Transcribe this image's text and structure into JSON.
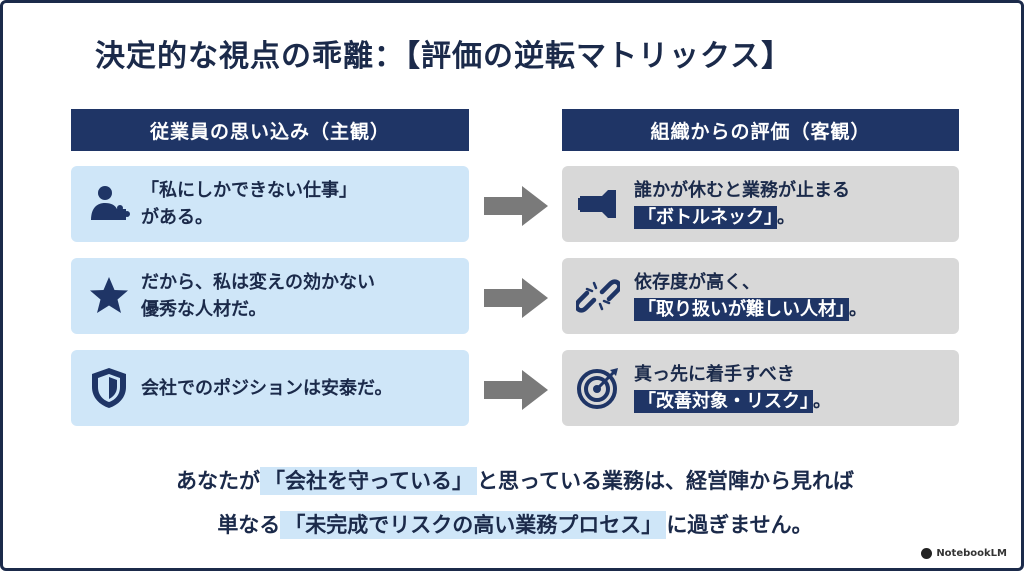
{
  "title": "決定的な視点の乖離：【評価の逆転マトリックス】",
  "columns": {
    "left": "従業員の思い込み（主観）",
    "right": "組織からの評価（客観）"
  },
  "rows": [
    {
      "left_icon": "person-puzzle-icon",
      "left_lines": [
        "「私にしかできない仕事」",
        "がある。"
      ],
      "right_icon": "bottleneck-icon",
      "right_line1": "誰かが休むと業務が止まる",
      "right_highlight": "「ボトルネック」",
      "right_suffix": "。"
    },
    {
      "left_icon": "star-icon",
      "left_lines": [
        "だから、私は変えの効かない",
        "優秀な人材だ。"
      ],
      "right_icon": "broken-link-icon",
      "right_line1": "依存度が高く、",
      "right_highlight": "「取り扱いが難しい人材」",
      "right_suffix": "。"
    },
    {
      "left_icon": "shield-icon",
      "left_lines": [
        "会社でのポジションは安泰だ。"
      ],
      "right_icon": "target-icon",
      "right_line1": "真っ先に着手すべき",
      "right_highlight": "「改善対象・リスク」",
      "right_suffix": "。"
    }
  ],
  "footer": {
    "line1_pre": "あなたが",
    "line1_highlight": "「会社を守っている」",
    "line1_post": "と思っている業務は、経営陣から見れば",
    "line2_pre": "単なる",
    "line2_highlight": "「未完成でリスクの高い業務プロセス」",
    "line2_post": "に過ぎません。"
  },
  "brand": "NotebookLM",
  "colors": {
    "navy": "#1f3566",
    "light_blue": "#cfe6f8",
    "gray": "#d8d8d8",
    "arrow": "#7a7a7a"
  }
}
